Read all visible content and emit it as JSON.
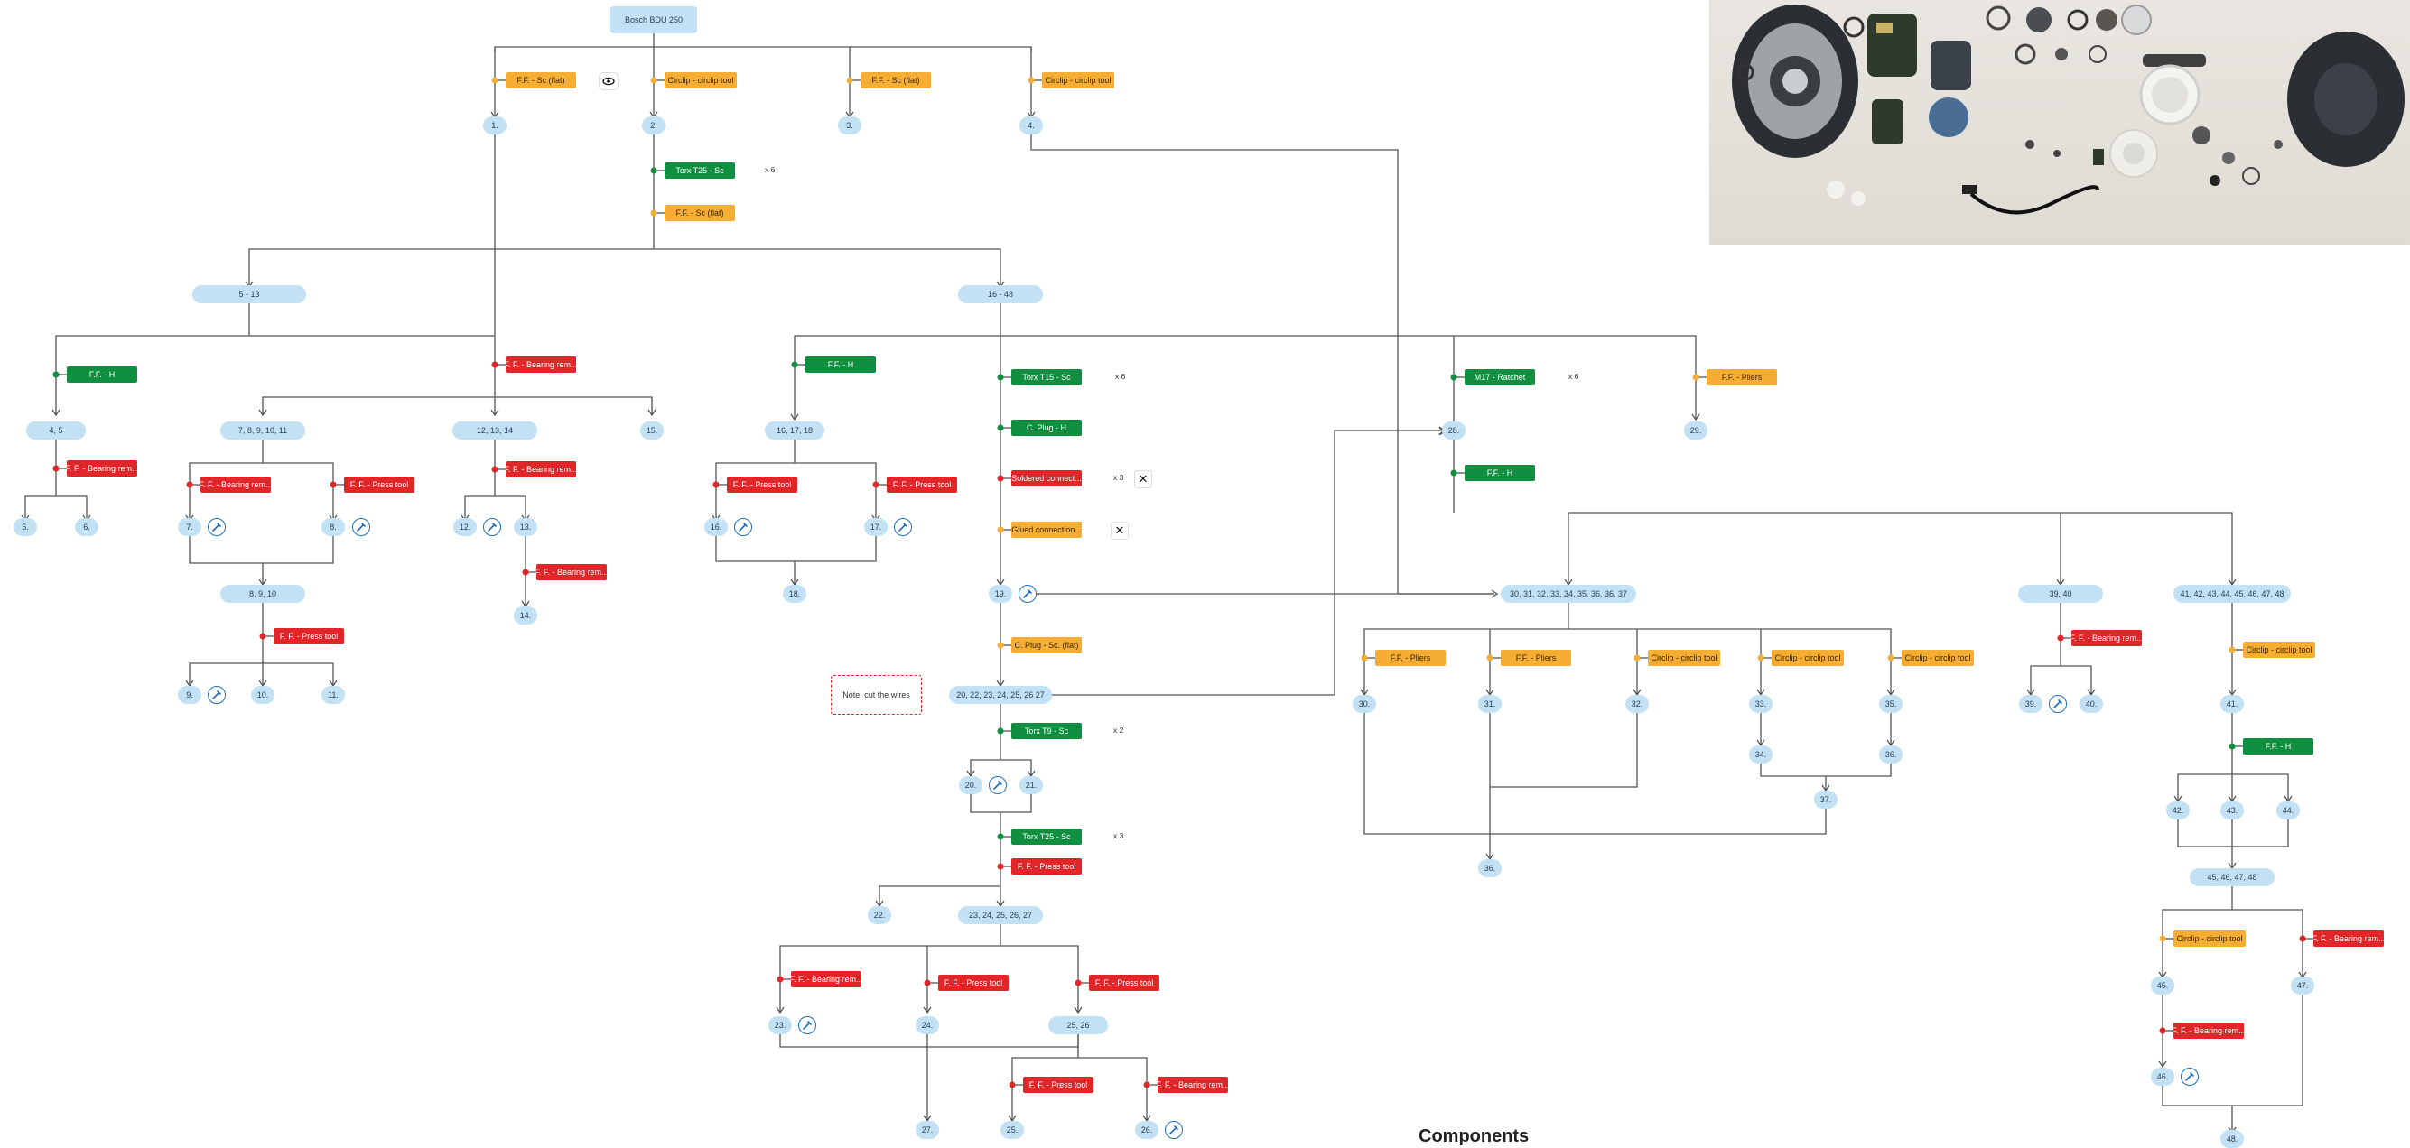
{
  "title": "Components",
  "note": "Note: cut the wires",
  "root": "Bosch BDU 250",
  "nodes": {
    "n1": "1.",
    "n2": "2.",
    "n3": "3.",
    "n4": "4.",
    "g5_13": "5 - 13",
    "g16_48": "16 - 48",
    "g4_5": "4, 5",
    "g7_11": "7, 8, 9, 10, 11",
    "g12_14": "12, 13, 14",
    "n15": "15.",
    "n5": "5.",
    "n6": "6.",
    "n7": "7.",
    "n8": "8.",
    "g8_10": "8, 9, 10",
    "n9": "9.",
    "n10": "10.",
    "n11": "11.",
    "n12": "12.",
    "n13": "13.",
    "n14": "14.",
    "g16_18": "16, 17, 18",
    "n16": "16.",
    "n17": "17.",
    "n18": "18.",
    "n19": "19.",
    "g20_27": "20, 22, 23, 24, 25, 26 27",
    "n20": "20.",
    "n21": "21.",
    "n22": "22.",
    "g23_27": "23, 24, 25, 26, 27",
    "n23": "23.",
    "n24": "24.",
    "g25_26": "25, 26",
    "n25": "25.",
    "n26": "26.",
    "n27": "27.",
    "n28": "28.",
    "n29": "29.",
    "g30_37": "30, 31, 32, 33, 34, 35, 36, 36, 37",
    "n30": "30.",
    "n31": "31.",
    "n32": "32.",
    "n33": "33.",
    "n34": "34.",
    "n35": "35.",
    "n36b": "36.",
    "n36": "36.",
    "n37": "37.",
    "g39_40": "39, 40",
    "n39": "39.",
    "n40": "40.",
    "g41_48": "41, 42, 43, 44, 45, 46, 47, 48",
    "n41": "41.",
    "n42": "42.",
    "n43": "43.",
    "n44": "44.",
    "g45_48": "45, 46, 47, 48",
    "n45": "45.",
    "n46": "46.",
    "n47": "47.",
    "n48": "48."
  },
  "tools": {
    "ff_sc_flat": "F.F. - Sc (flat)",
    "circlip": "Circlip - circlip tool",
    "torx_t25": "Torx T25 - Sc",
    "ff_h": "F.F. - H",
    "ff_bearing": "F. F. - Bearing rem...",
    "ff_press": "F. F. - Press tool",
    "torx_t15": "Torx T15 - Sc",
    "c_plug_h": "C. Plug - H",
    "soldered": "Soldered connect...",
    "glued": "Glued connection...",
    "c_plug_sc_flat": "C. Plug - Sc. (flat)",
    "torx_t9": "Torx T9 - Sc",
    "torx_t25b": "Torx T25 - Sc",
    "m17": "M17 - Ratchet",
    "ff_pliers": "F.F. - Pliers"
  },
  "counts": {
    "x6": "x 6",
    "x3": "x 3",
    "x2": "x 2"
  },
  "icons": {
    "eye": "eye-icon",
    "close": "close-icon",
    "wrench": "wrench-icon"
  },
  "colors": {
    "node": "#c3e1f5",
    "green": "#0f8f3f",
    "red": "#e1262a",
    "orange": "#f5ad33",
    "wire": "#555555"
  }
}
